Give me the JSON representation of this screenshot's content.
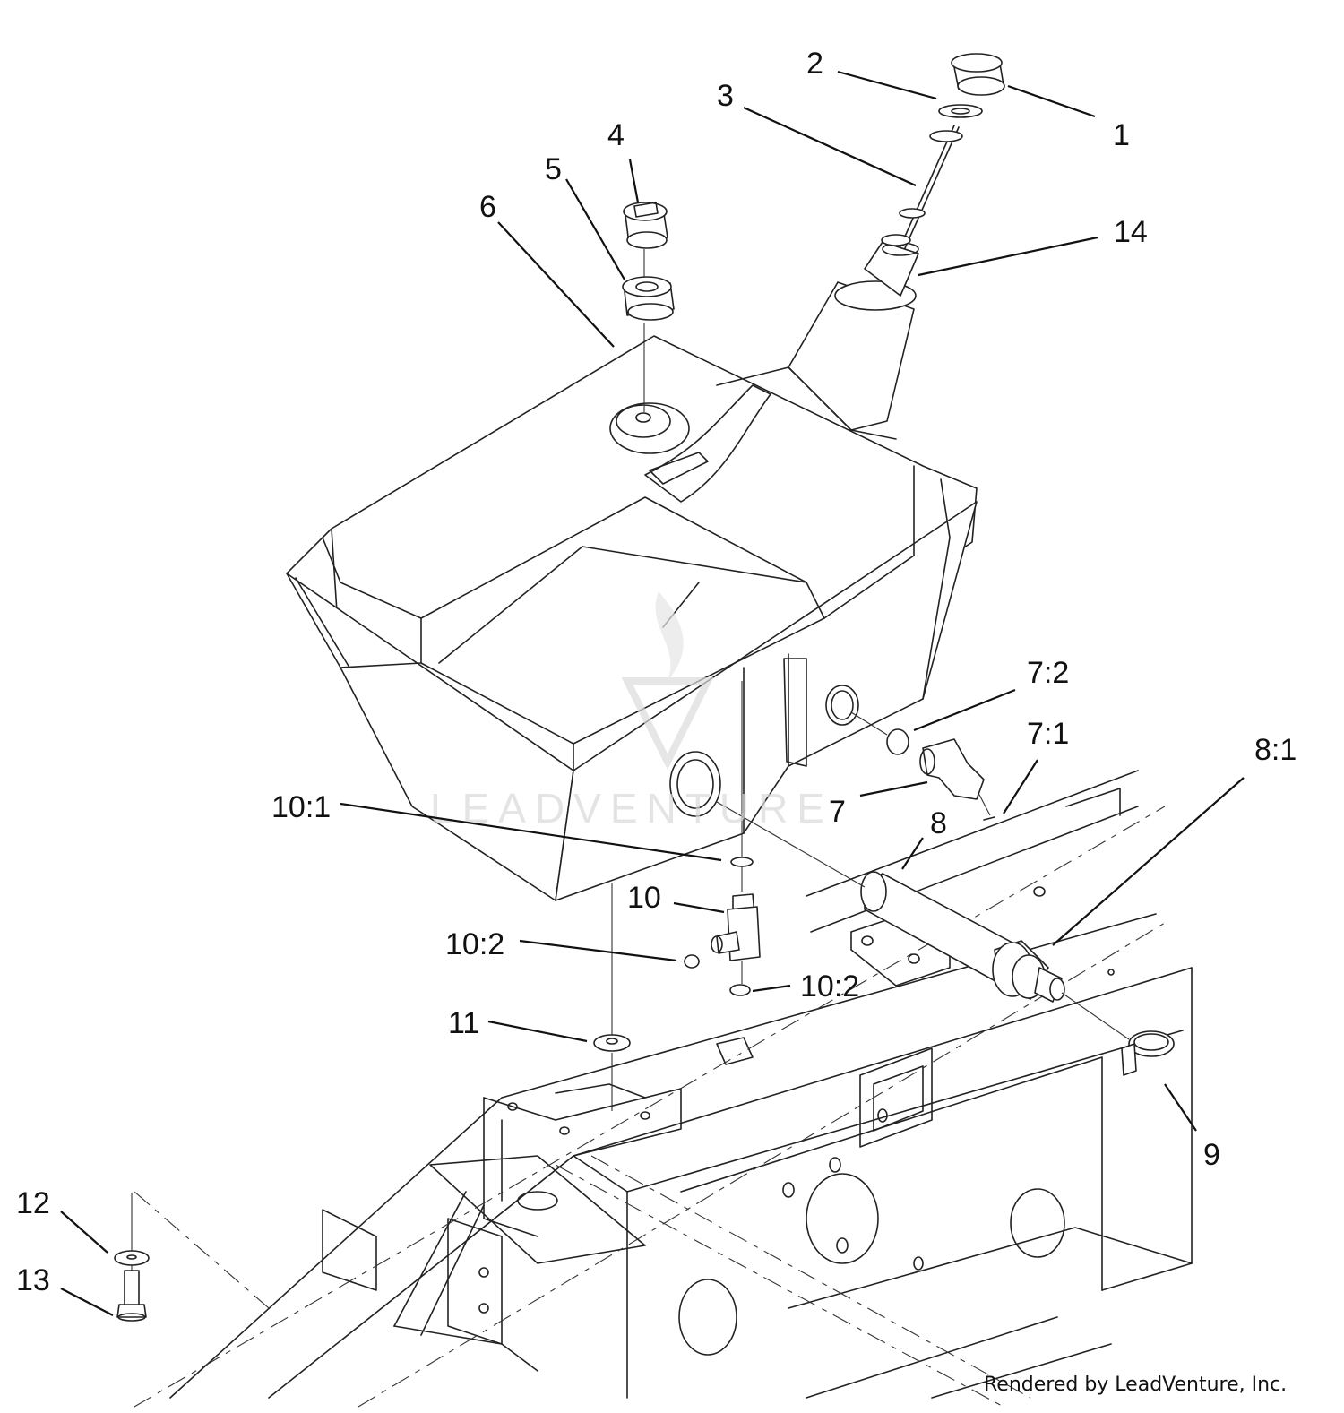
{
  "callouts": {
    "p1": "1",
    "p2": "2",
    "p3": "3",
    "p4": "4",
    "p5": "5",
    "p6": "6",
    "p7": "7",
    "p7_1": "7:1",
    "p7_2": "7:2",
    "p8": "8",
    "p8_1": "8:1",
    "p9": "9",
    "p10": "10",
    "p10_1": "10:1",
    "p10_2a": "10:2",
    "p10_2b": "10:2",
    "p11": "11",
    "p12": "12",
    "p13": "13",
    "p14": "14"
  },
  "watermark": {
    "text": "LEADVENTURE"
  },
  "credit": {
    "text": "Rendered by LeadVenture, Inc."
  },
  "colors": {
    "ink": "#111111",
    "paper": "#ffffff",
    "watermark": "#d9d9d9"
  }
}
